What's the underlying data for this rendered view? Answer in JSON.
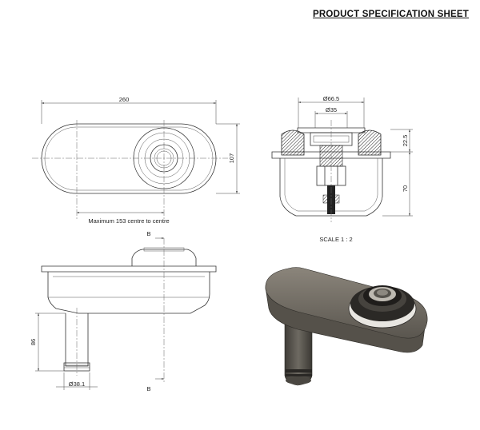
{
  "header": {
    "title": "PRODUCT SPECIFICATION SHEET"
  },
  "top_view": {
    "overall_length": "260",
    "overall_width": "107",
    "note": "Maximum 153 centre to centre"
  },
  "section_view": {
    "outer_diameter": "Ø66.5",
    "inner_diameter": "Ø35",
    "height_upper": "22.5",
    "height_total": "70",
    "scale": "SCALE 1 : 2"
  },
  "side_view": {
    "section_marker_top": "B",
    "section_marker_bottom": "B",
    "outlet_length": "86",
    "outlet_diameter": "Ø38.1"
  },
  "colors": {
    "body_grey": "#6f6a61",
    "dark_grey": "#3c3a36",
    "line": "#333333"
  }
}
